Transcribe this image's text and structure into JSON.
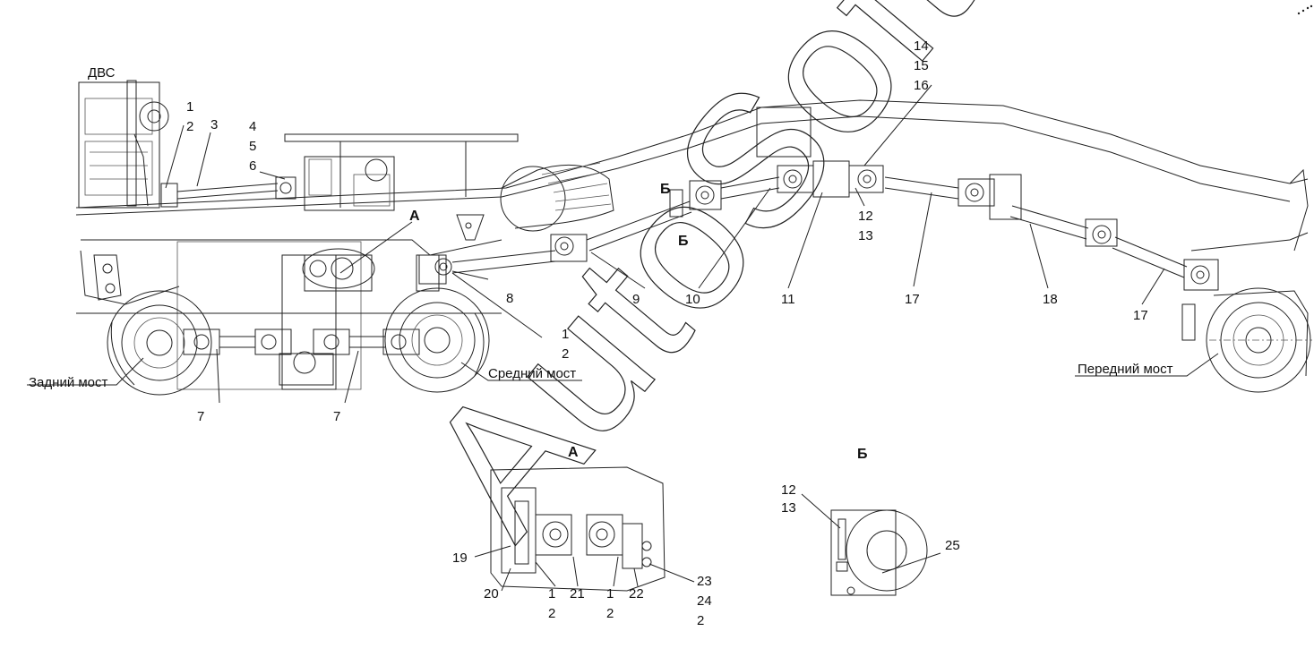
{
  "labels": {
    "dvs": "ДВС",
    "rear_axle": "Задний мост",
    "middle_axle": "Средний мост",
    "front_axle": "Передний мост",
    "view_a": "А",
    "view_b": "Б",
    "n1": "1",
    "n2": "2",
    "n3": "3",
    "n4": "4",
    "n5": "5",
    "n6": "6",
    "n7": "7",
    "n8": "8",
    "n9": "9",
    "n10": "10",
    "n11": "11",
    "n12": "12",
    "n13": "13",
    "n14": "14",
    "n15": "15",
    "n16": "16",
    "n17": "17",
    "n18": "18",
    "n19": "19",
    "n20": "20",
    "n21": "21",
    "n22": "22",
    "n23": "23",
    "n24": "24",
    "n25": "25"
  },
  "watermark": "AutoSoft"
}
